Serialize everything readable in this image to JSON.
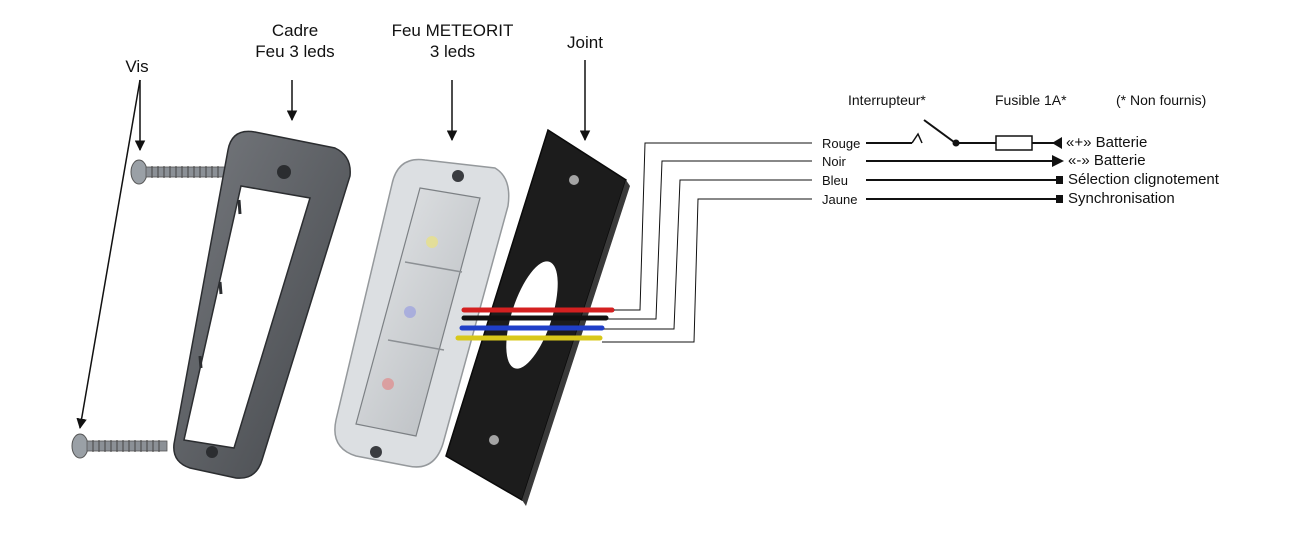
{
  "labels": {
    "vis": "Vis",
    "cadre_line1": "Cadre",
    "cadre_line2": "Feu 3 leds",
    "feu_line1": "Feu METEORIT",
    "feu_line2": "3 leds",
    "joint": "Joint"
  },
  "wiring": {
    "interrupteur": "Interrupteur*",
    "fusible": "Fusible 1A*",
    "note": "(* Non fournis)",
    "wires": [
      {
        "name": "Rouge",
        "terminal": "«+» Batterie",
        "color": "#d42020"
      },
      {
        "name": "Noir",
        "terminal": "«-» Batterie",
        "color": "#111111"
      },
      {
        "name": "Bleu",
        "terminal": "Sélection clignotement",
        "color": "#1f3fc8"
      },
      {
        "name": "Jaune",
        "terminal": "Synchronisation",
        "color": "#d8c81a"
      }
    ]
  },
  "colors": {
    "frame": "#5f6266",
    "frame_dark": "#3e4044",
    "gasket": "#1c1c1c",
    "lamp_shell": "#c9ccd0"
  }
}
